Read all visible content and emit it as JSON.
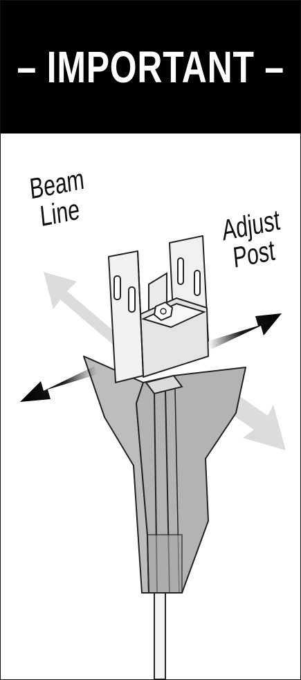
{
  "banner": {
    "title": "– IMPORTANT –"
  },
  "labels": {
    "beam_line_1": "Beam",
    "beam_line_2": "Line",
    "adjust_line_1": "Adjust",
    "adjust_line_2": "Post"
  },
  "colors": {
    "banner_background": "#000000",
    "banner_text": "#ffffff",
    "bracket_fill": "#e9e9e9",
    "sleeve_fill": "#bdbdbd",
    "arrow_dark": "#000000",
    "arrow_light": "#d6d6d6"
  }
}
